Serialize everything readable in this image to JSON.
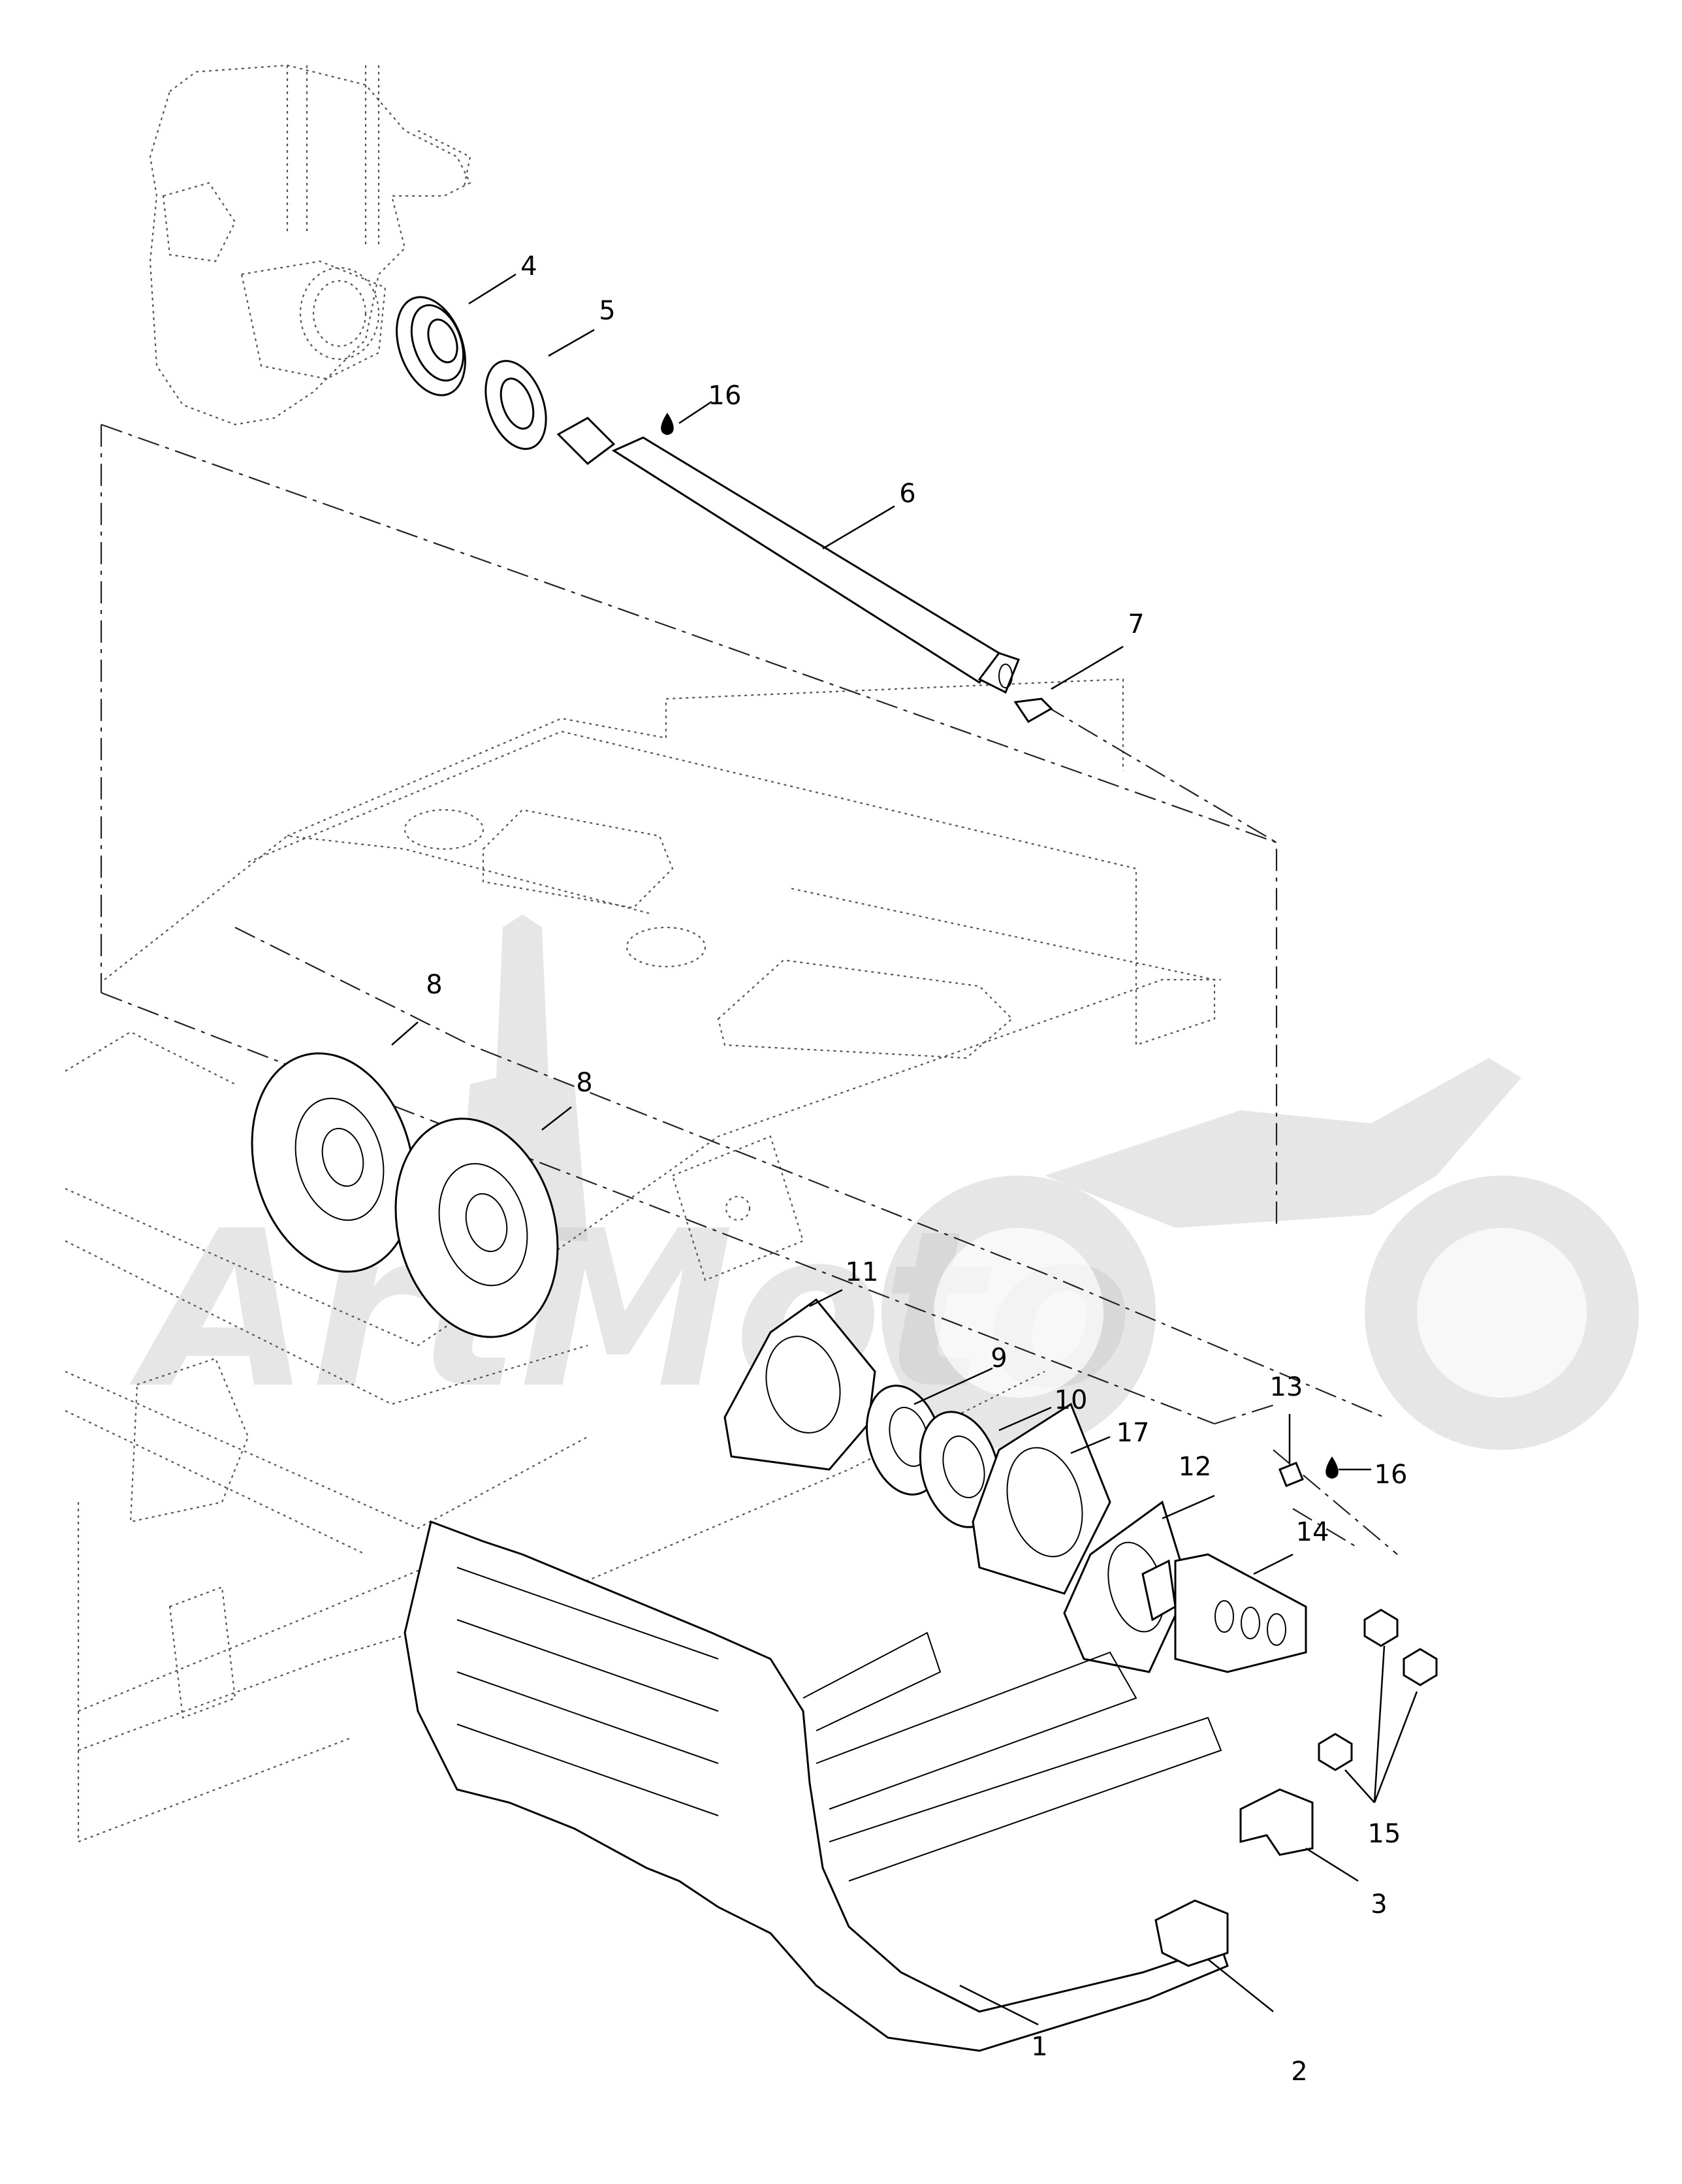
{
  "watermark": {
    "text": "ArtMoto"
  },
  "callouts": [
    {
      "id": "c1",
      "label": "1"
    },
    {
      "id": "c2",
      "label": "2"
    },
    {
      "id": "c3",
      "label": "3"
    },
    {
      "id": "c4",
      "label": "4"
    },
    {
      "id": "c5",
      "label": "5"
    },
    {
      "id": "c6",
      "label": "6"
    },
    {
      "id": "c7",
      "label": "7"
    },
    {
      "id": "c8a",
      "label": "8"
    },
    {
      "id": "c8b",
      "label": "8"
    },
    {
      "id": "c9",
      "label": "9"
    },
    {
      "id": "c10",
      "label": "10"
    },
    {
      "id": "c11",
      "label": "11"
    },
    {
      "id": "c12",
      "label": "12"
    },
    {
      "id": "c13",
      "label": "13"
    },
    {
      "id": "c14",
      "label": "14"
    },
    {
      "id": "c15",
      "label": "15"
    },
    {
      "id": "c16a",
      "label": "16"
    },
    {
      "id": "c16b",
      "label": "16"
    },
    {
      "id": "c17",
      "label": "17"
    }
  ],
  "icons": {
    "lubricant": "oil-drop-icon"
  }
}
